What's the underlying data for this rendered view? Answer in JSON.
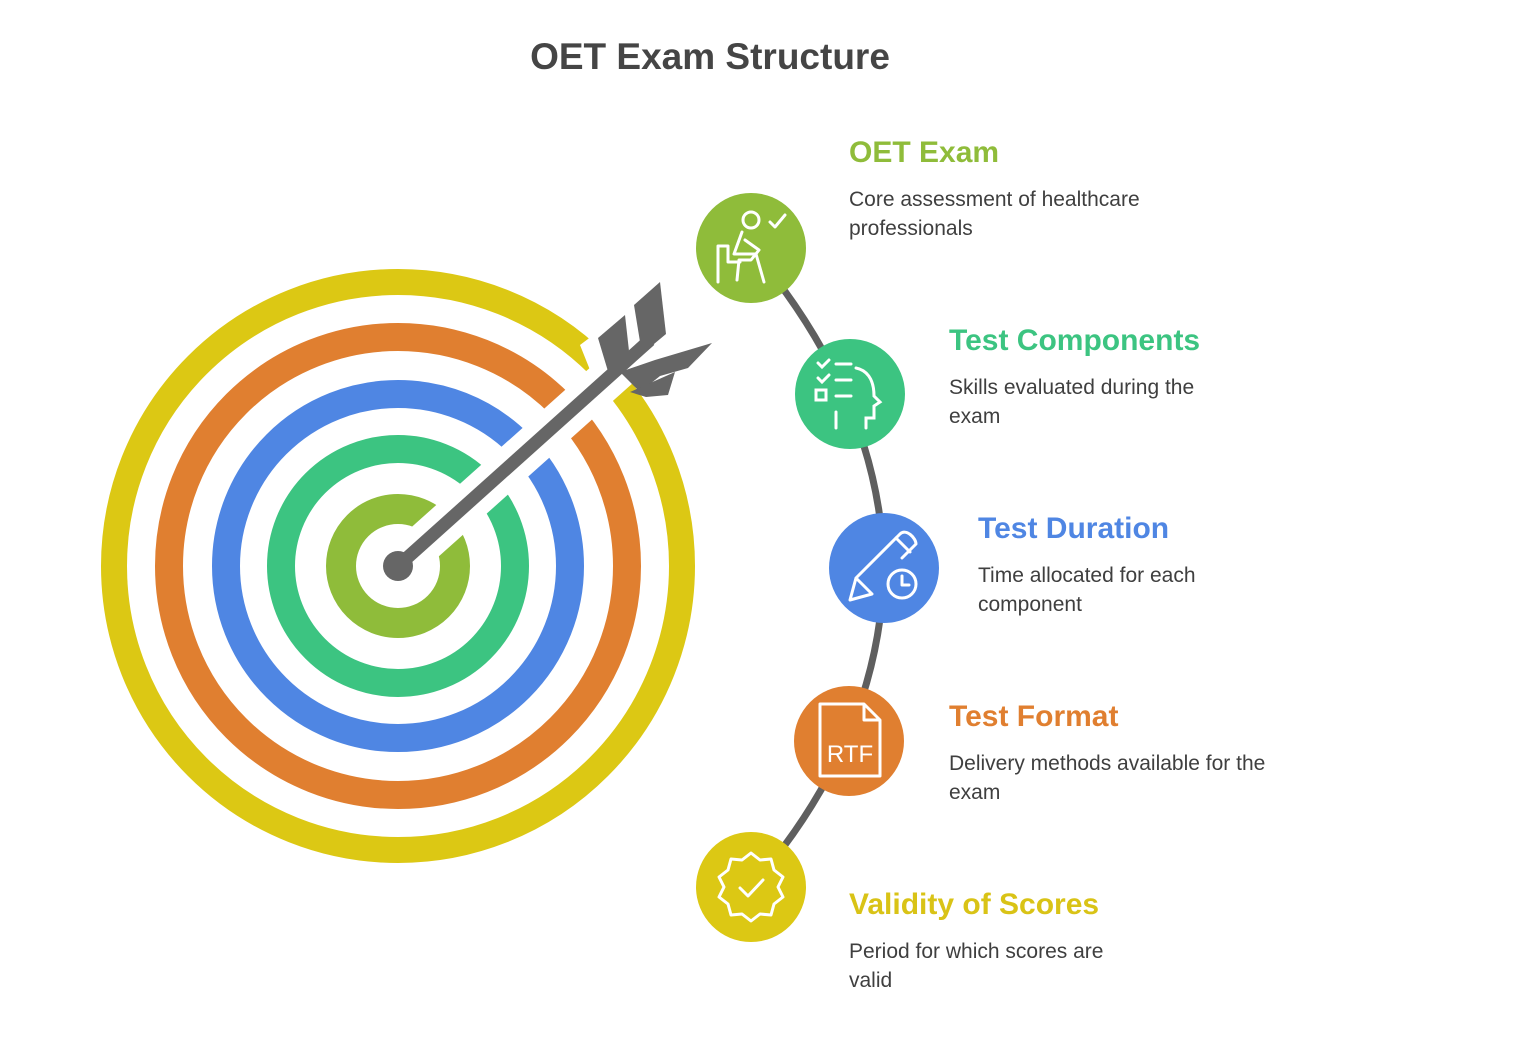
{
  "title": "OET Exam Structure",
  "items": [
    {
      "title": "OET Exam",
      "description": "Core assessment of healthcare professionals",
      "color": "#8fbc3a",
      "icon": "exam-candidate-icon"
    },
    {
      "title": "Test Components",
      "description": "Skills evaluated during the exam",
      "color": "#3cc481",
      "icon": "checklist-head-icon"
    },
    {
      "title": "Test Duration",
      "description": "Time allocated for each component",
      "color": "#4f86e3",
      "icon": "pencil-clock-icon"
    },
    {
      "title": "Test Format",
      "description": "Delivery methods available for the exam",
      "color": "#e07f30",
      "icon": "rtf-file-icon"
    },
    {
      "title": "Validity of Scores",
      "description": "Period for which scores are valid",
      "color": "#dcc814",
      "icon": "badge-check-icon"
    }
  ],
  "rtf_label": "RTF"
}
